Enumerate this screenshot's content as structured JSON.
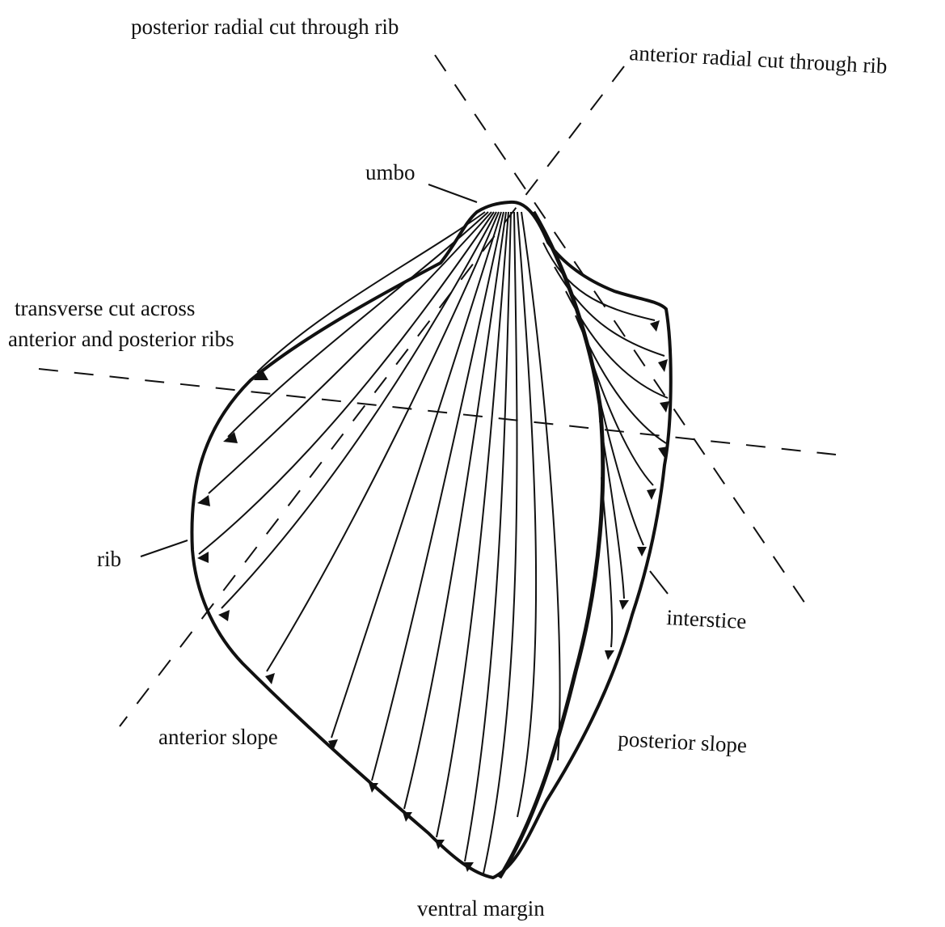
{
  "figure": {
    "labels": {
      "posterior_radial_cut": "posterior radial cut through rib",
      "anterior_radial_cut": "anterior radial cut through rib",
      "umbo": "umbo",
      "transverse_cut_line1": "transverse cut across",
      "transverse_cut_line2": "anterior and posterior ribs",
      "rib": "rib",
      "interstice": "interstice",
      "anterior_slope": "anterior slope",
      "posterior_slope": "posterior slope",
      "ventral_margin": "ventral margin"
    }
  }
}
